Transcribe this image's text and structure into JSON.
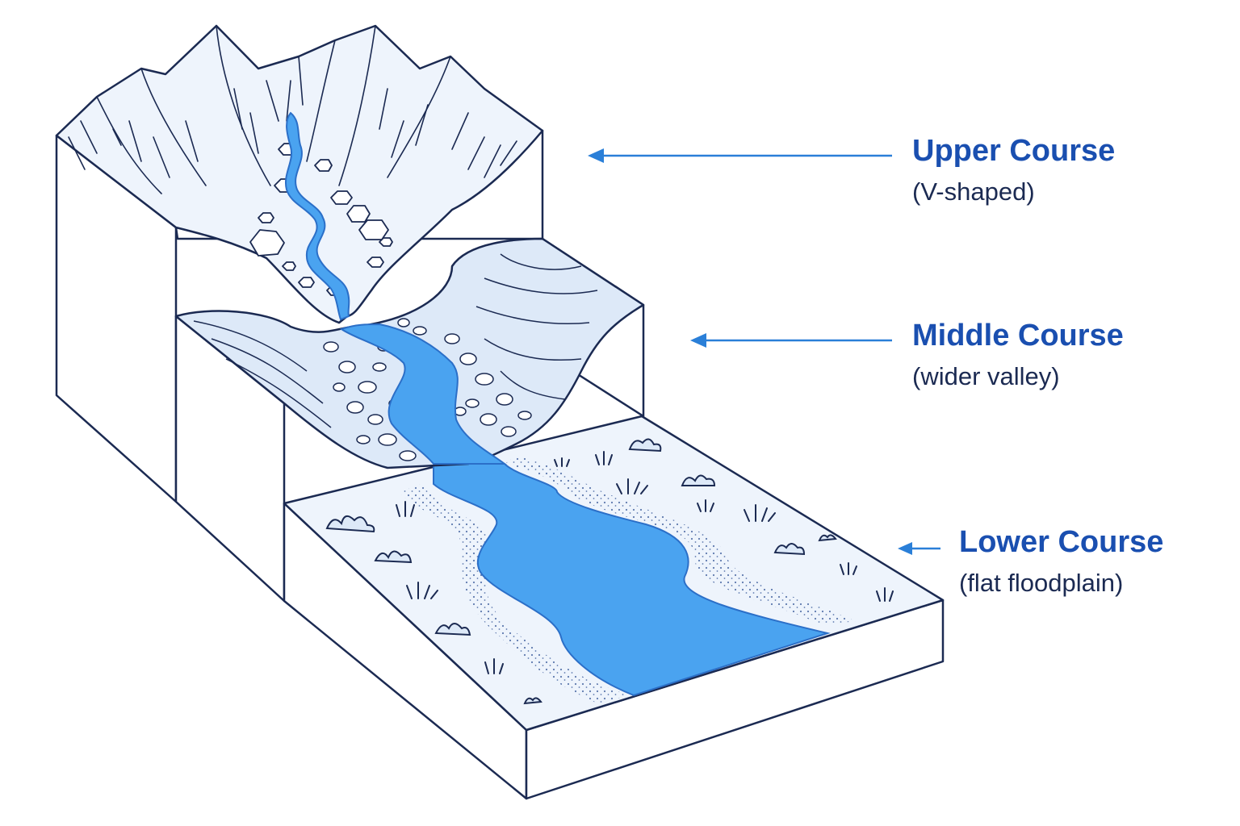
{
  "colors": {
    "outline": "#1b2a52",
    "river": "#4aa3f0",
    "river_edge": "#2b6fc8",
    "fill_light": "#eef4fc",
    "fill_mid": "#dde9f8",
    "label_title": "#1a4fb0",
    "label_sub": "#1b2a52",
    "arrow": "#2a7fd8"
  },
  "labels": [
    {
      "id": "upper",
      "title": "Upper Course",
      "subtitle": "(V-shaped)"
    },
    {
      "id": "middle",
      "title": "Middle Course",
      "subtitle": "(wider valley)"
    },
    {
      "id": "lower",
      "title": "Lower Course",
      "subtitle": "(flat floodplain)"
    }
  ]
}
